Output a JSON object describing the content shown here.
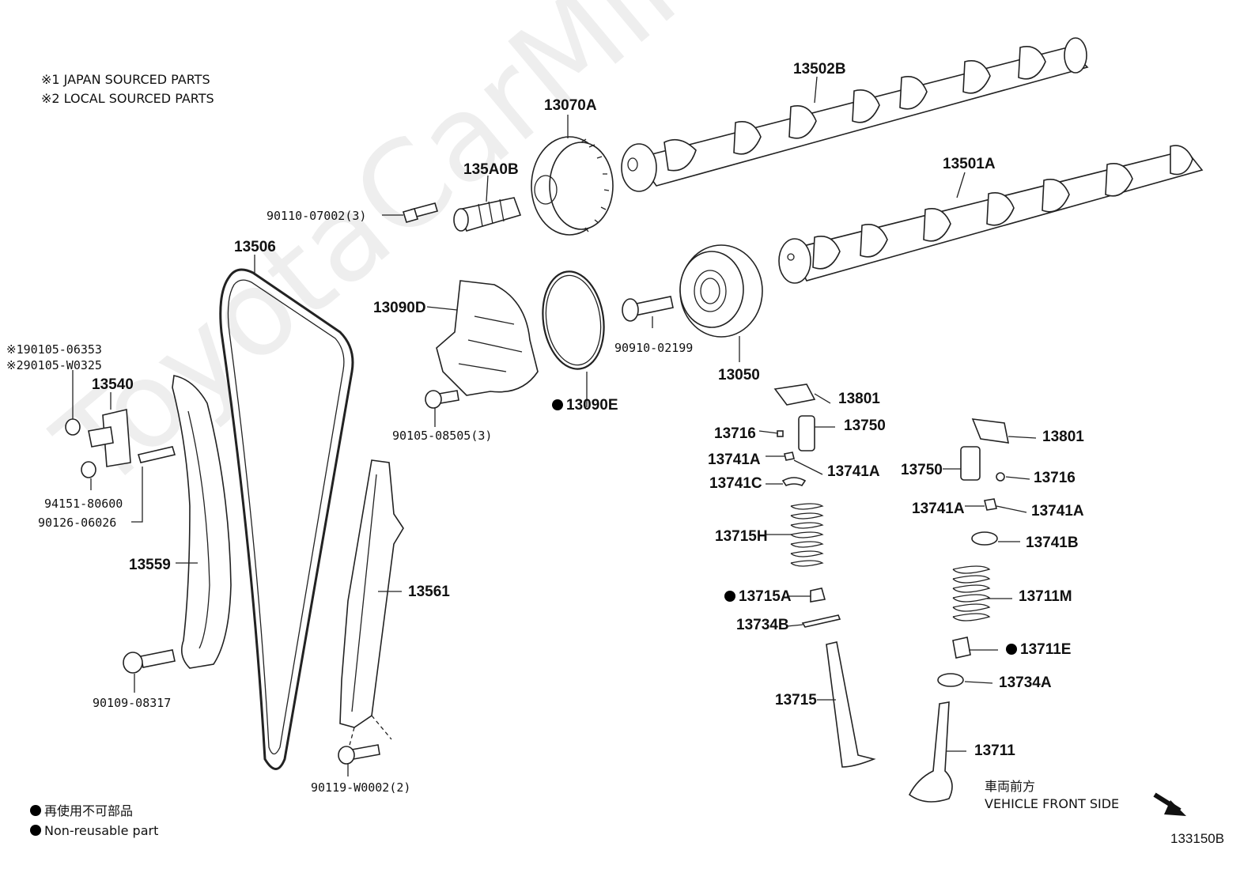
{
  "notes": {
    "japan_sourced": "※1 JAPAN SOURCED PARTS",
    "local_sourced": "※2 LOCAL SOURCED PARTS"
  },
  "watermark": "ToyotaCarMine.ru",
  "labels": {
    "p13502B": "13502B",
    "p13070A": "13070A",
    "p135A0B": "135A0B",
    "p13501A": "13501A",
    "p90110": "90110-07002(3)",
    "p13506": "13506",
    "p13090D": "13090D",
    "p90910": "90910-02199",
    "p13050": "13050",
    "p90105_1": "※190105-06353",
    "p90105_2": "※290105-W0325",
    "p13540": "13540",
    "p90105_08505": "90105-08505(3)",
    "p13090E": "13090E",
    "p13801a": "13801",
    "p13716a": "13716",
    "p13750a": "13750",
    "p13741A_1": "13741A",
    "p13741A_2": "13741A",
    "p13741C": "13741C",
    "p13801b": "13801",
    "p13750b": "13750",
    "p13716b": "13716",
    "p13741A_3": "13741A",
    "p13741A_4": "13741A",
    "p13741B": "13741B",
    "p94151": "94151-80600",
    "p90126": "90126-06026",
    "p13715H": "13715H",
    "p13559": "13559",
    "p13561": "13561",
    "p13711M": "13711M",
    "p13715A": "13715A",
    "p13734B": "13734B",
    "p13711E": "13711E",
    "p13734A": "13734A",
    "p13715": "13715",
    "p90109": "90109-08317",
    "p13711": "13711",
    "p90119": "90119-W0002(2)"
  },
  "legend": {
    "jp": "再使用不可部品",
    "en": "Non-reusable part"
  },
  "vehicle_front": {
    "jp": "車両前方",
    "en": "VEHICLE FRONT SIDE"
  },
  "diagram_code": "133150B"
}
